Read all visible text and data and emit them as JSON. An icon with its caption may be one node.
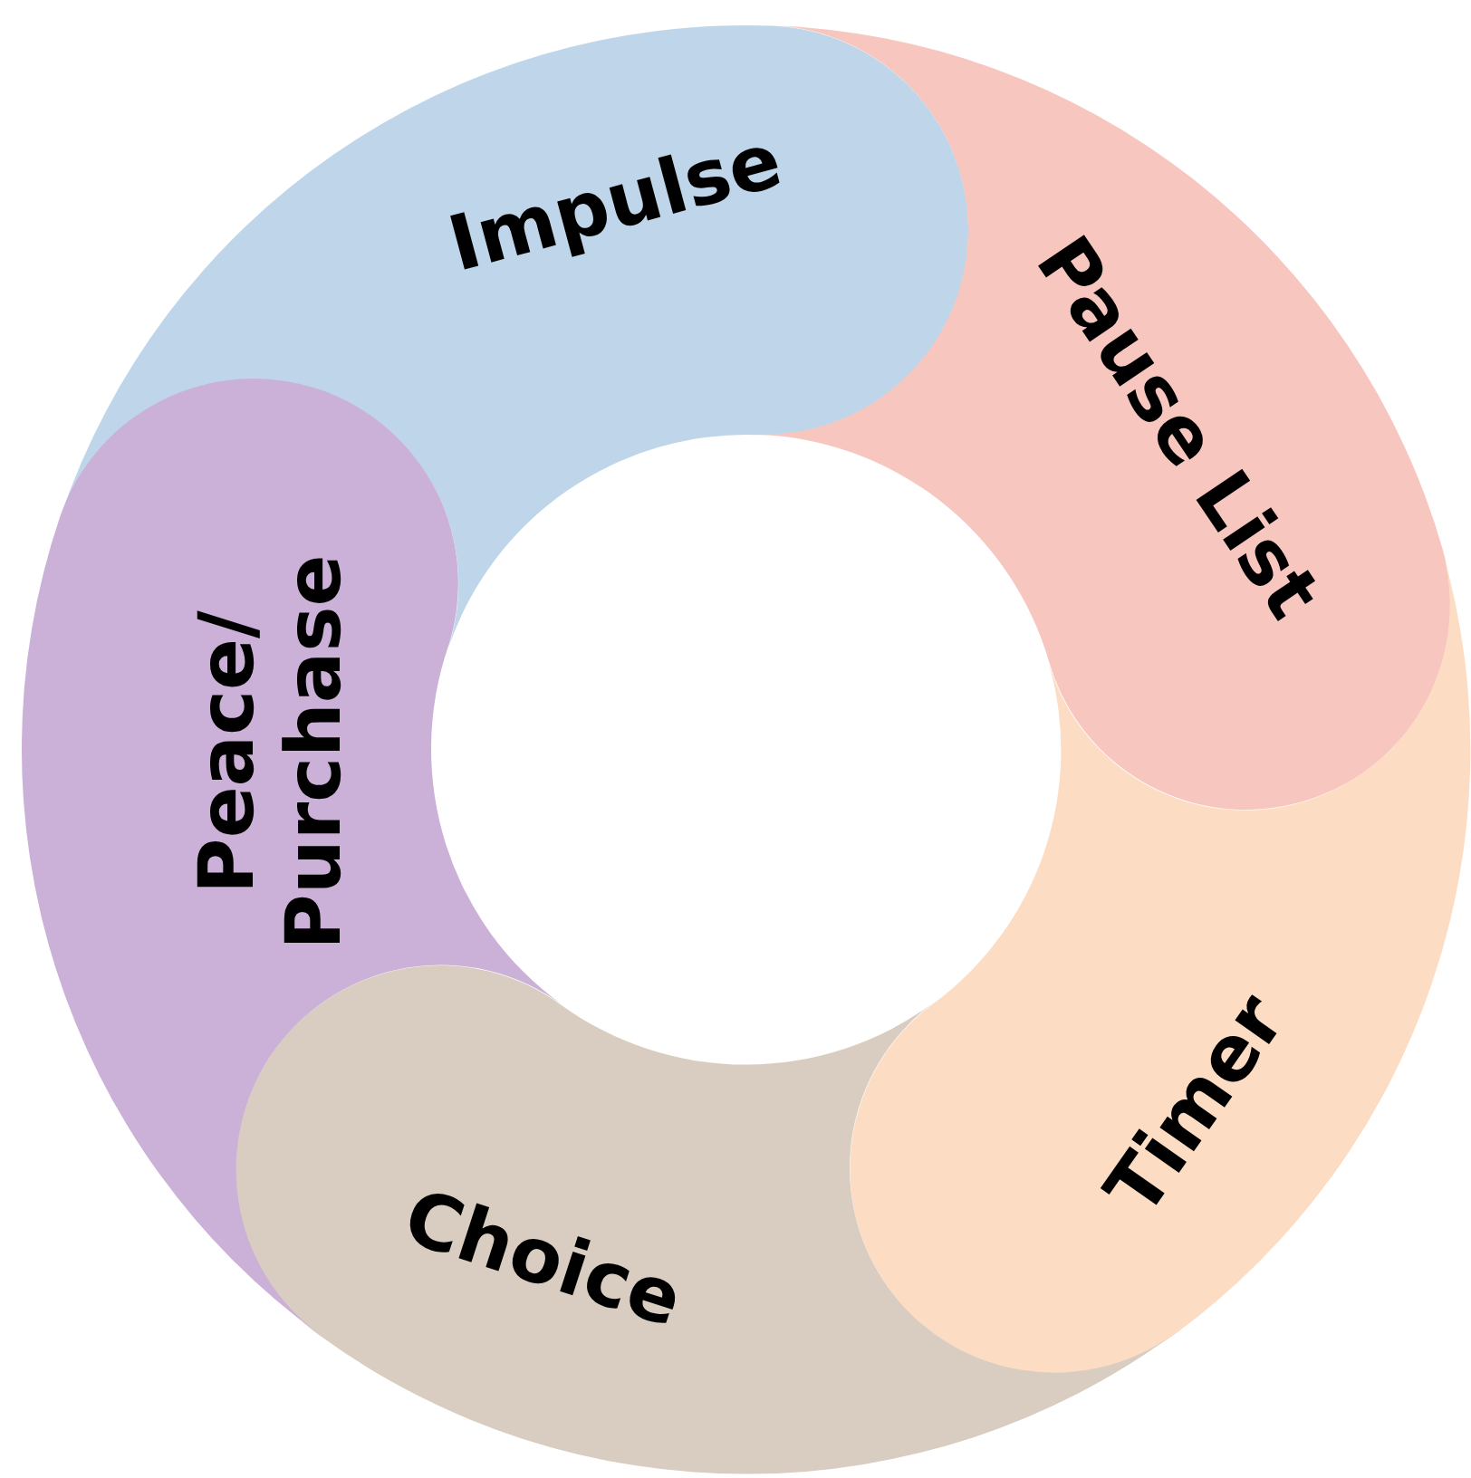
{
  "diagram": {
    "nodes": [
      {
        "text": [
          "Impulse"
        ]
      },
      {
        "text": [
          "Pause List"
        ]
      },
      {
        "text": [
          "Timer"
        ]
      },
      {
        "text": [
          "Choice"
        ]
      },
      {
        "text": [
          "Peace/ Purchase"
        ]
      }
    ]
  }
}
